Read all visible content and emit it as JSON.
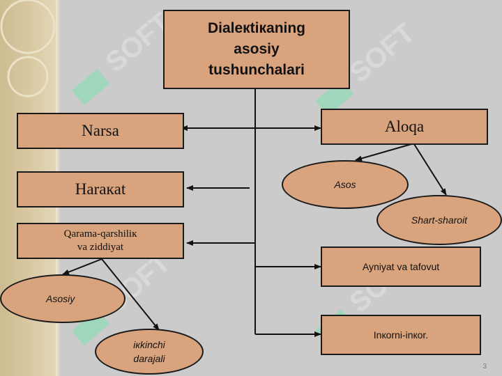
{
  "slide": {
    "title": "Dialeкtiкaning\nasosiy\ntushunchalari",
    "page_number": "3",
    "watermark_text": "SOFT"
  },
  "nodes": {
    "narsa": "Narsa",
    "harakat": "Haraкat",
    "qarama": "Qarama-qarshiliк\nva ziddiyat",
    "asosiy": "Asosiy",
    "ikkinchi": "iкkinchi\ndarajali",
    "aloqa": "Aloqa",
    "asos": "Asos",
    "shart": "Shart-sharoit",
    "ayniyat": "Ayniyat va tafovut",
    "inkor": "Inкorni-inкor."
  },
  "colors": {
    "box_fill": "#d8a37d",
    "border": "#1a1a1a",
    "background": "#cbcbcb",
    "watermark": "#7fe0b0"
  }
}
